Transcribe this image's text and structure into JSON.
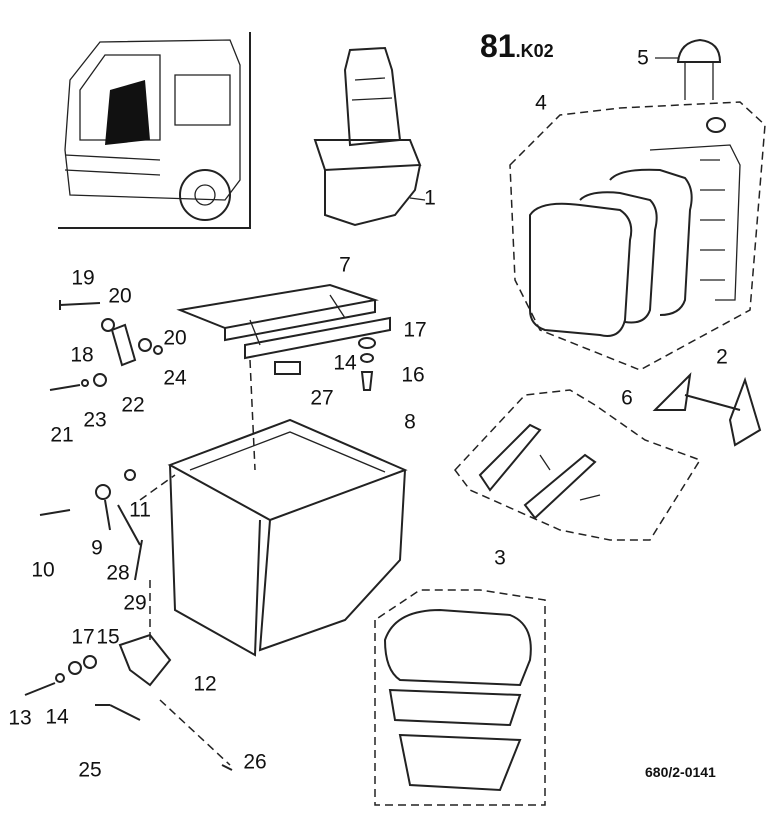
{
  "header": {
    "number": "81",
    "code": ".K02"
  },
  "drawing_number": "680/2-0141",
  "callouts": [
    "1",
    "2",
    "3",
    "4",
    "5",
    "6",
    "7",
    "8",
    "9",
    "10",
    "11",
    "12",
    "13",
    "14",
    "15",
    "16",
    "17",
    "18",
    "19",
    "20",
    "20",
    "21",
    "22",
    "23",
    "24",
    "25",
    "26",
    "27",
    "28",
    "29",
    "17",
    "14"
  ]
}
